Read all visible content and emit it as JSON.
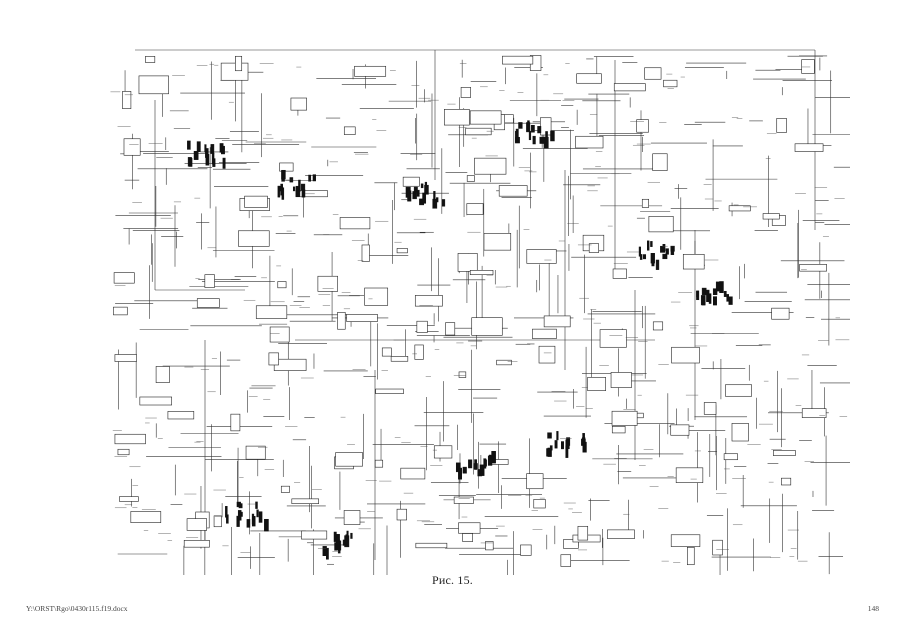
{
  "figure": {
    "caption": "Рис. 15."
  },
  "footer": {
    "file_path": "Y:\\ORST\\Rgo\\0430r115.f19.docx",
    "page_number": "148"
  }
}
